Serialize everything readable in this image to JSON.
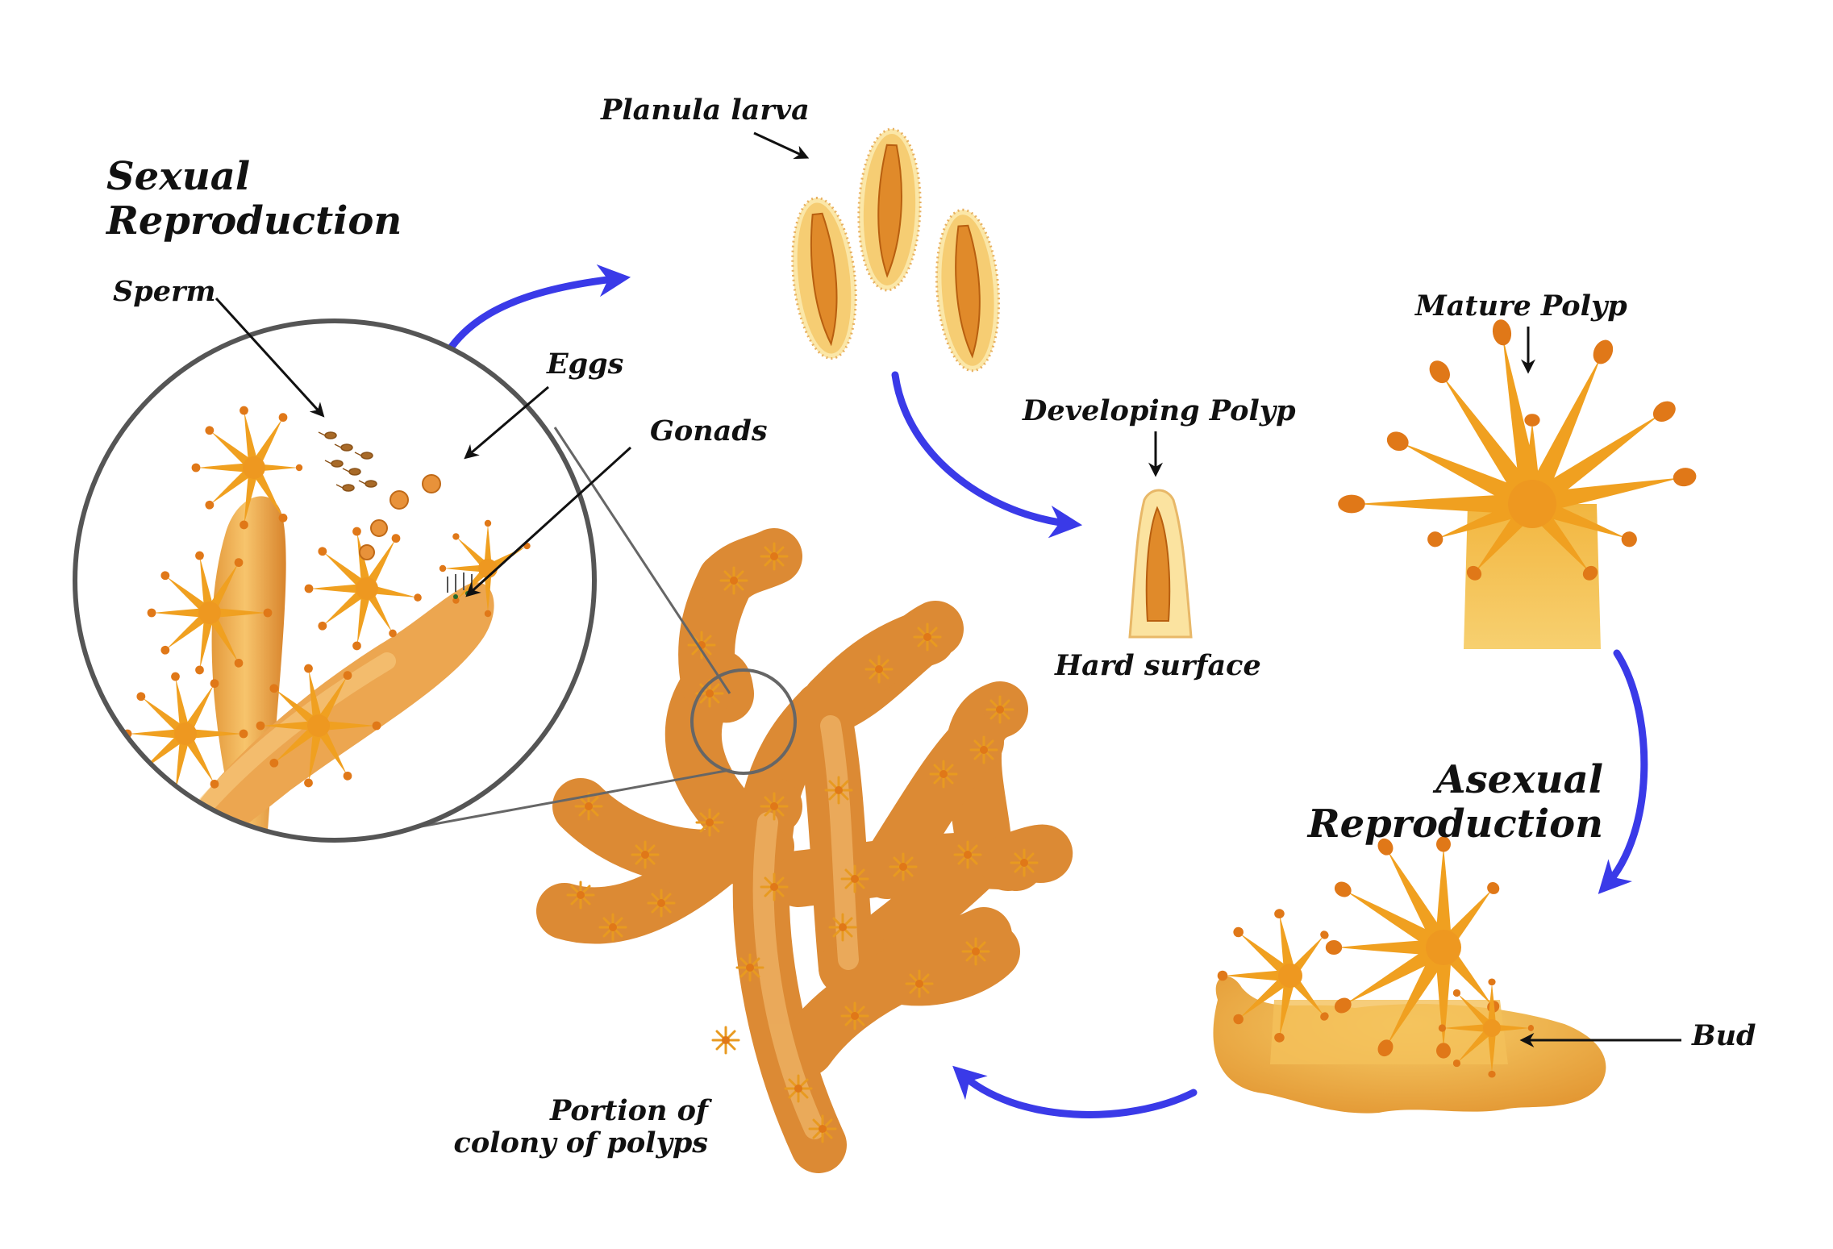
{
  "labels": {
    "sexual_line1": "Sexual",
    "sexual_line2": "Reproduction",
    "asexual_line1": "Asexual",
    "asexual_line2": "Reproduction",
    "sperm": "Sperm",
    "eggs": "Eggs",
    "gonads": "Gonads",
    "planula": "Planula larva",
    "developing": "Developing Polyp",
    "hard_surface": "Hard surface",
    "mature": "Mature Polyp",
    "bud": "Bud",
    "colony_line1": "Portion of",
    "colony_line2": "colony of polyps"
  },
  "colors": {
    "cycle_arrow": "#3a3ae8",
    "polyp_orange": "#f0a020",
    "body_orange": "#e8a040",
    "lens_outline": "#555555",
    "pointer": "#111111"
  }
}
